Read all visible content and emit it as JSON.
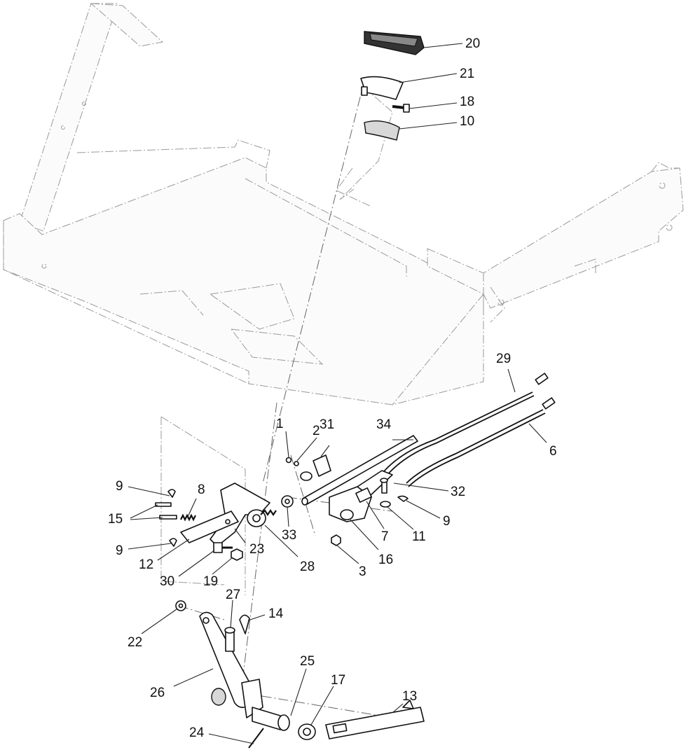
{
  "callouts": {
    "c1": "1",
    "c2": "2",
    "c3": "3",
    "c6": "6",
    "c7": "7",
    "c8": "8",
    "c9a": "9",
    "c9b": "9",
    "c9c": "9",
    "c10": "10",
    "c11": "11",
    "c12": "12",
    "c13": "13",
    "c14": "14",
    "c15": "15",
    "c16": "16",
    "c17": "17",
    "c18": "18",
    "c19": "19",
    "c20": "20",
    "c21": "21",
    "c22": "22",
    "c23": "23",
    "c24": "24",
    "c25": "25",
    "c26": "26",
    "c27": "27",
    "c28": "28",
    "c29": "29",
    "c30": "30",
    "c31": "31",
    "c32": "32",
    "c33": "33",
    "c34": "34"
  }
}
